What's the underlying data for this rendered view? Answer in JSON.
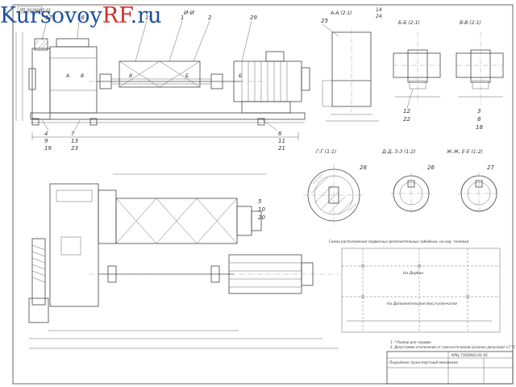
{
  "sheet_code": "ЛП.0026082.01",
  "views": {
    "main": "И-И",
    "section_a": "А-А (2:1)",
    "section_b": "Б-Б (2:1)",
    "section_v": "В-В (2:1)",
    "section_g": "Г-Г (1:1)",
    "section_d": "Д-Д, З-З (1:2)",
    "section_zh": "Ж-Ж, Е-Е (1:2)"
  },
  "callouts_top": [
    "17",
    "16",
    "15",
    "1",
    "2",
    "29",
    "25",
    "14",
    "24"
  ],
  "callouts_left": [
    "4",
    "9",
    "19",
    "7",
    "13",
    "23"
  ],
  "callouts_right": [
    "6",
    "11",
    "21"
  ],
  "callouts_bottom_right": [
    "5",
    "10",
    "20"
  ],
  "callouts_sections": [
    "12",
    "22",
    "3",
    "8",
    "18",
    "28",
    "26",
    "27"
  ],
  "shaft_letters": [
    "А",
    "В",
    "В",
    "Б",
    "Б"
  ],
  "scheme": {
    "title": "Схема расположения подвесных дополнительных забойных, на нор, тележки",
    "label1": "На Дорбон",
    "label2": "На Дополнительное бесступенчатое"
  },
  "notes": [
    "1. * Размер для справок",
    "2. Допустимое отклонение от соосности валов (указано допуском) ±7 °C"
  ],
  "title_block": {
    "doc_code": "КРЦ.7102002.01.01",
    "title": "Подъёмно-транспортный механизм"
  },
  "watermark": {
    "k": "Kursovoy",
    "r": "RF",
    "d": ".ru"
  },
  "icons": {
    "leader": "leader-line-icon",
    "hatch": "hatch-pattern-icon"
  }
}
